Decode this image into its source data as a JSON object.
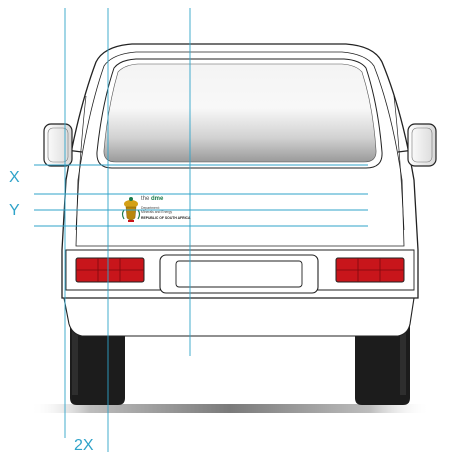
{
  "guides": {
    "label_x": "X",
    "label_y": "Y",
    "label_2x": "2X",
    "line_color": "#2fa3c9"
  },
  "logo": {
    "title_the": "the",
    "title_dme": "dme",
    "line1": "Department:",
    "line2": "Minerals and Energy",
    "line3": "REPUBLIC OF SOUTH AFRICA",
    "brand_color": "#1a7a4a"
  },
  "vehicle": {
    "body_color": "#ffffff",
    "outline_color": "#222222",
    "tail_light_color": "#c8151b",
    "tyre_color": "#1a1a1a"
  }
}
